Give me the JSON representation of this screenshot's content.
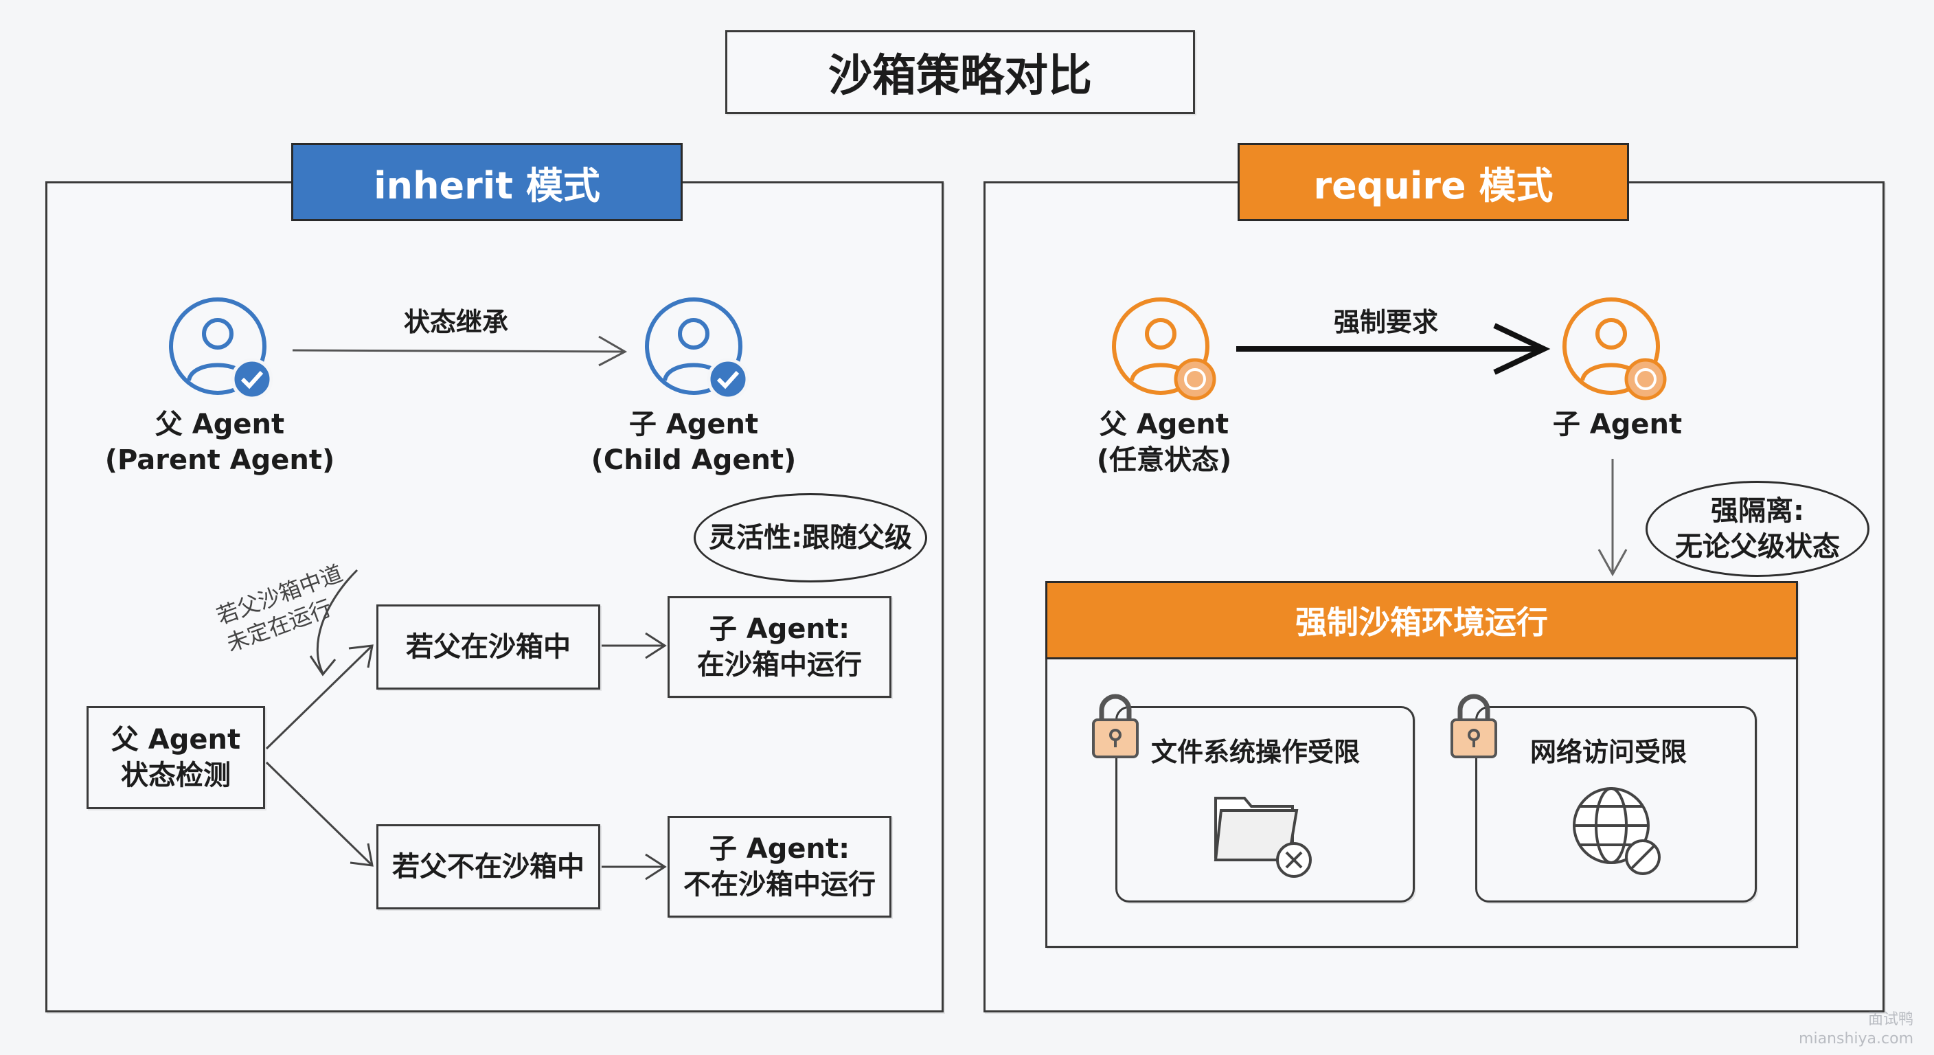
{
  "title": "沙箱策略对比",
  "colors": {
    "blue": "#3b78c2",
    "orange": "#ee8a24",
    "ink": "#1c1c1c"
  },
  "left": {
    "banner": "inherit 模式",
    "arrow_label": "状态继承",
    "parent_label": "父 Agent\n(Parent Agent)",
    "child_label": "子 Agent\n(Child Agent)",
    "parent_icon": "user-check-icon",
    "child_icon": "user-check-icon",
    "flexibility_note": "灵活性:跟随父级",
    "handwritten_note": "若父沙箱中道\n未定在运行",
    "detect_box": "父 Agent\n状态检测",
    "branch_in": "若父在沙箱中",
    "branch_in_result": "子 Agent:\n在沙箱中运行",
    "branch_out": "若父不在沙箱中",
    "branch_out_result": "子 Agent:\n不在沙箱中运行"
  },
  "right": {
    "banner": "require 模式",
    "arrow_label": "强制要求",
    "parent_label": "父 Agent\n(任意状态)",
    "child_label": "子 Agent",
    "parent_icon": "user-lock-icon",
    "child_icon": "user-lock-icon",
    "isolation_note": "强隔离:\n无论父级状态",
    "sandbox_banner": "强制沙箱环境运行",
    "fs_card": {
      "label": "文件系统操作受限",
      "lock_icon": "padlock-icon",
      "icon": "folder-blocked-icon"
    },
    "net_card": {
      "label": "网络访问受限",
      "lock_icon": "padlock-icon",
      "icon": "globe-blocked-icon"
    }
  },
  "watermark": "面试鸭\nmianshiya.com"
}
